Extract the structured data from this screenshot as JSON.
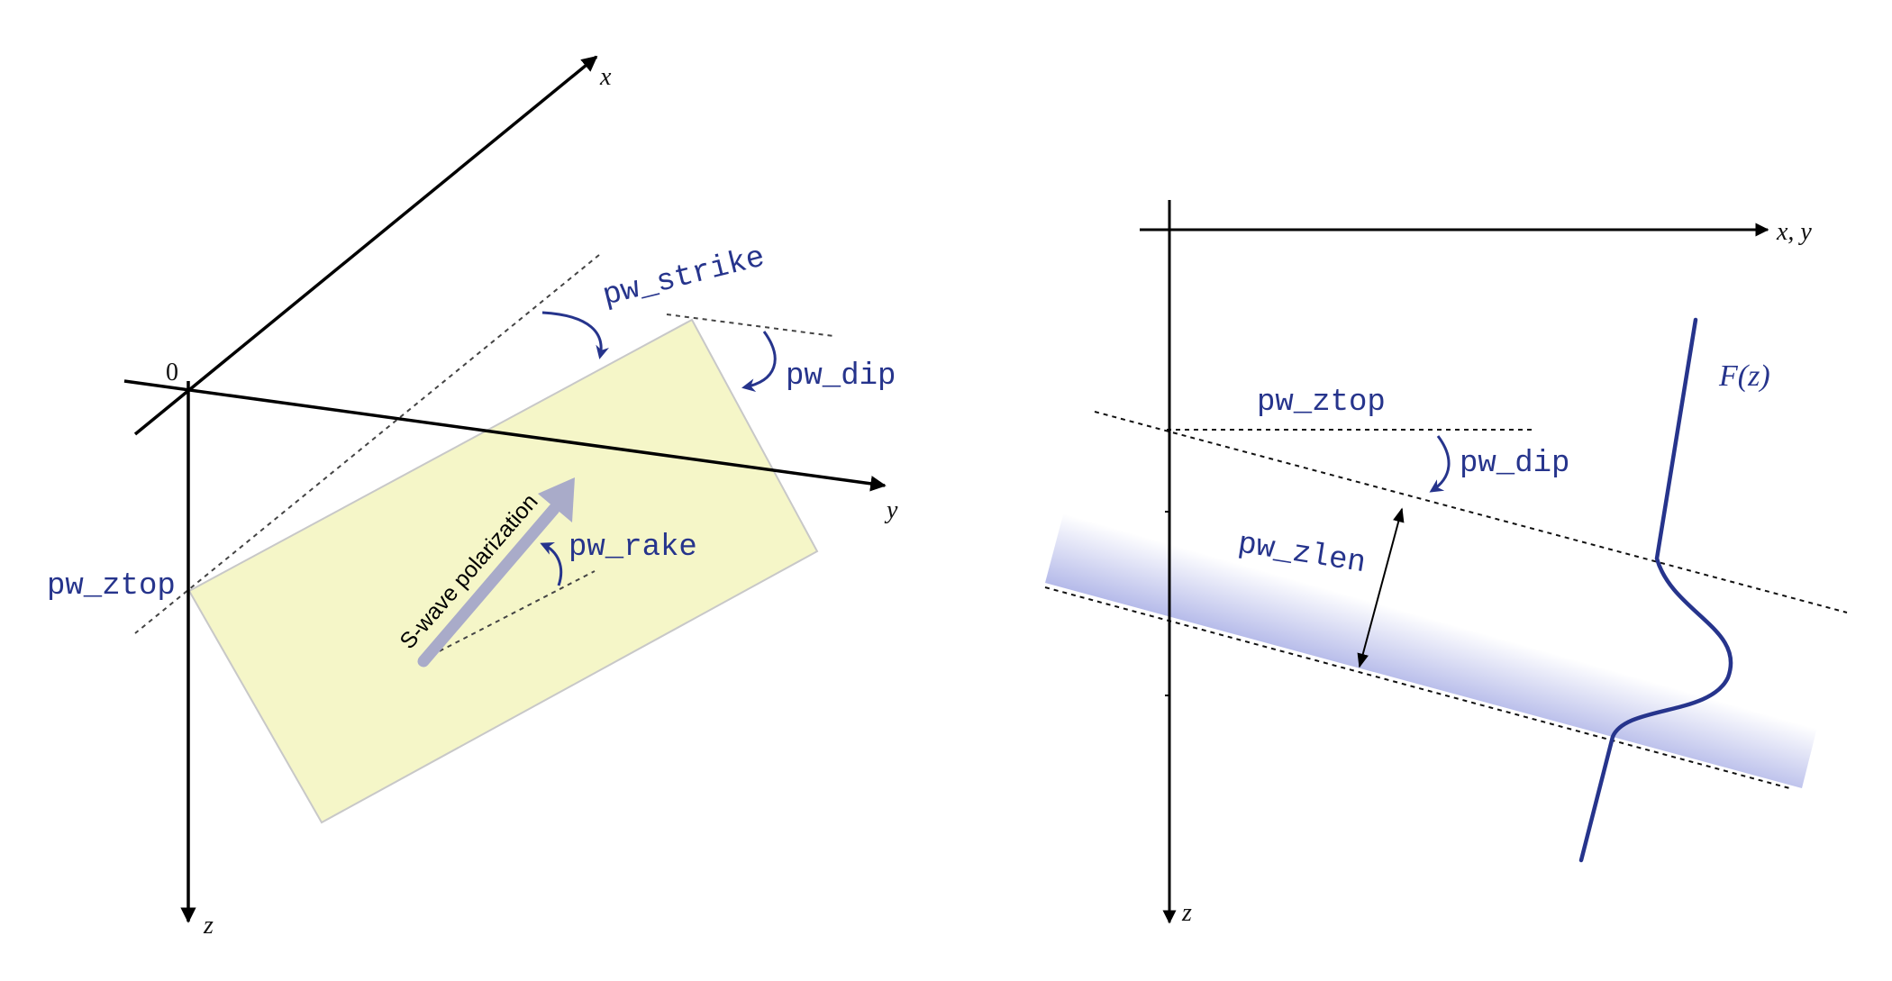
{
  "left_panel": {
    "origin_label": "0",
    "axis_x_label": "x",
    "axis_y_label": "y",
    "axis_z_label": "z",
    "strike_label": "pw_strike",
    "dip_label": "pw_dip",
    "ztop_label": "pw_ztop",
    "rake_label": "pw_rake",
    "polarization_label": "S-wave polarization",
    "plane_color": "#f5f6c8",
    "arrow_color": "#a9abc9"
  },
  "right_panel": {
    "axis_xy_label": "x, y",
    "axis_z_label": "z",
    "ztop_label": "pw_ztop",
    "dip_label": "pw_dip",
    "zlen_label": "pw_zlen",
    "function_label": "F(z)",
    "band_color": "#aab0e6",
    "curve_color": "#26348c"
  }
}
